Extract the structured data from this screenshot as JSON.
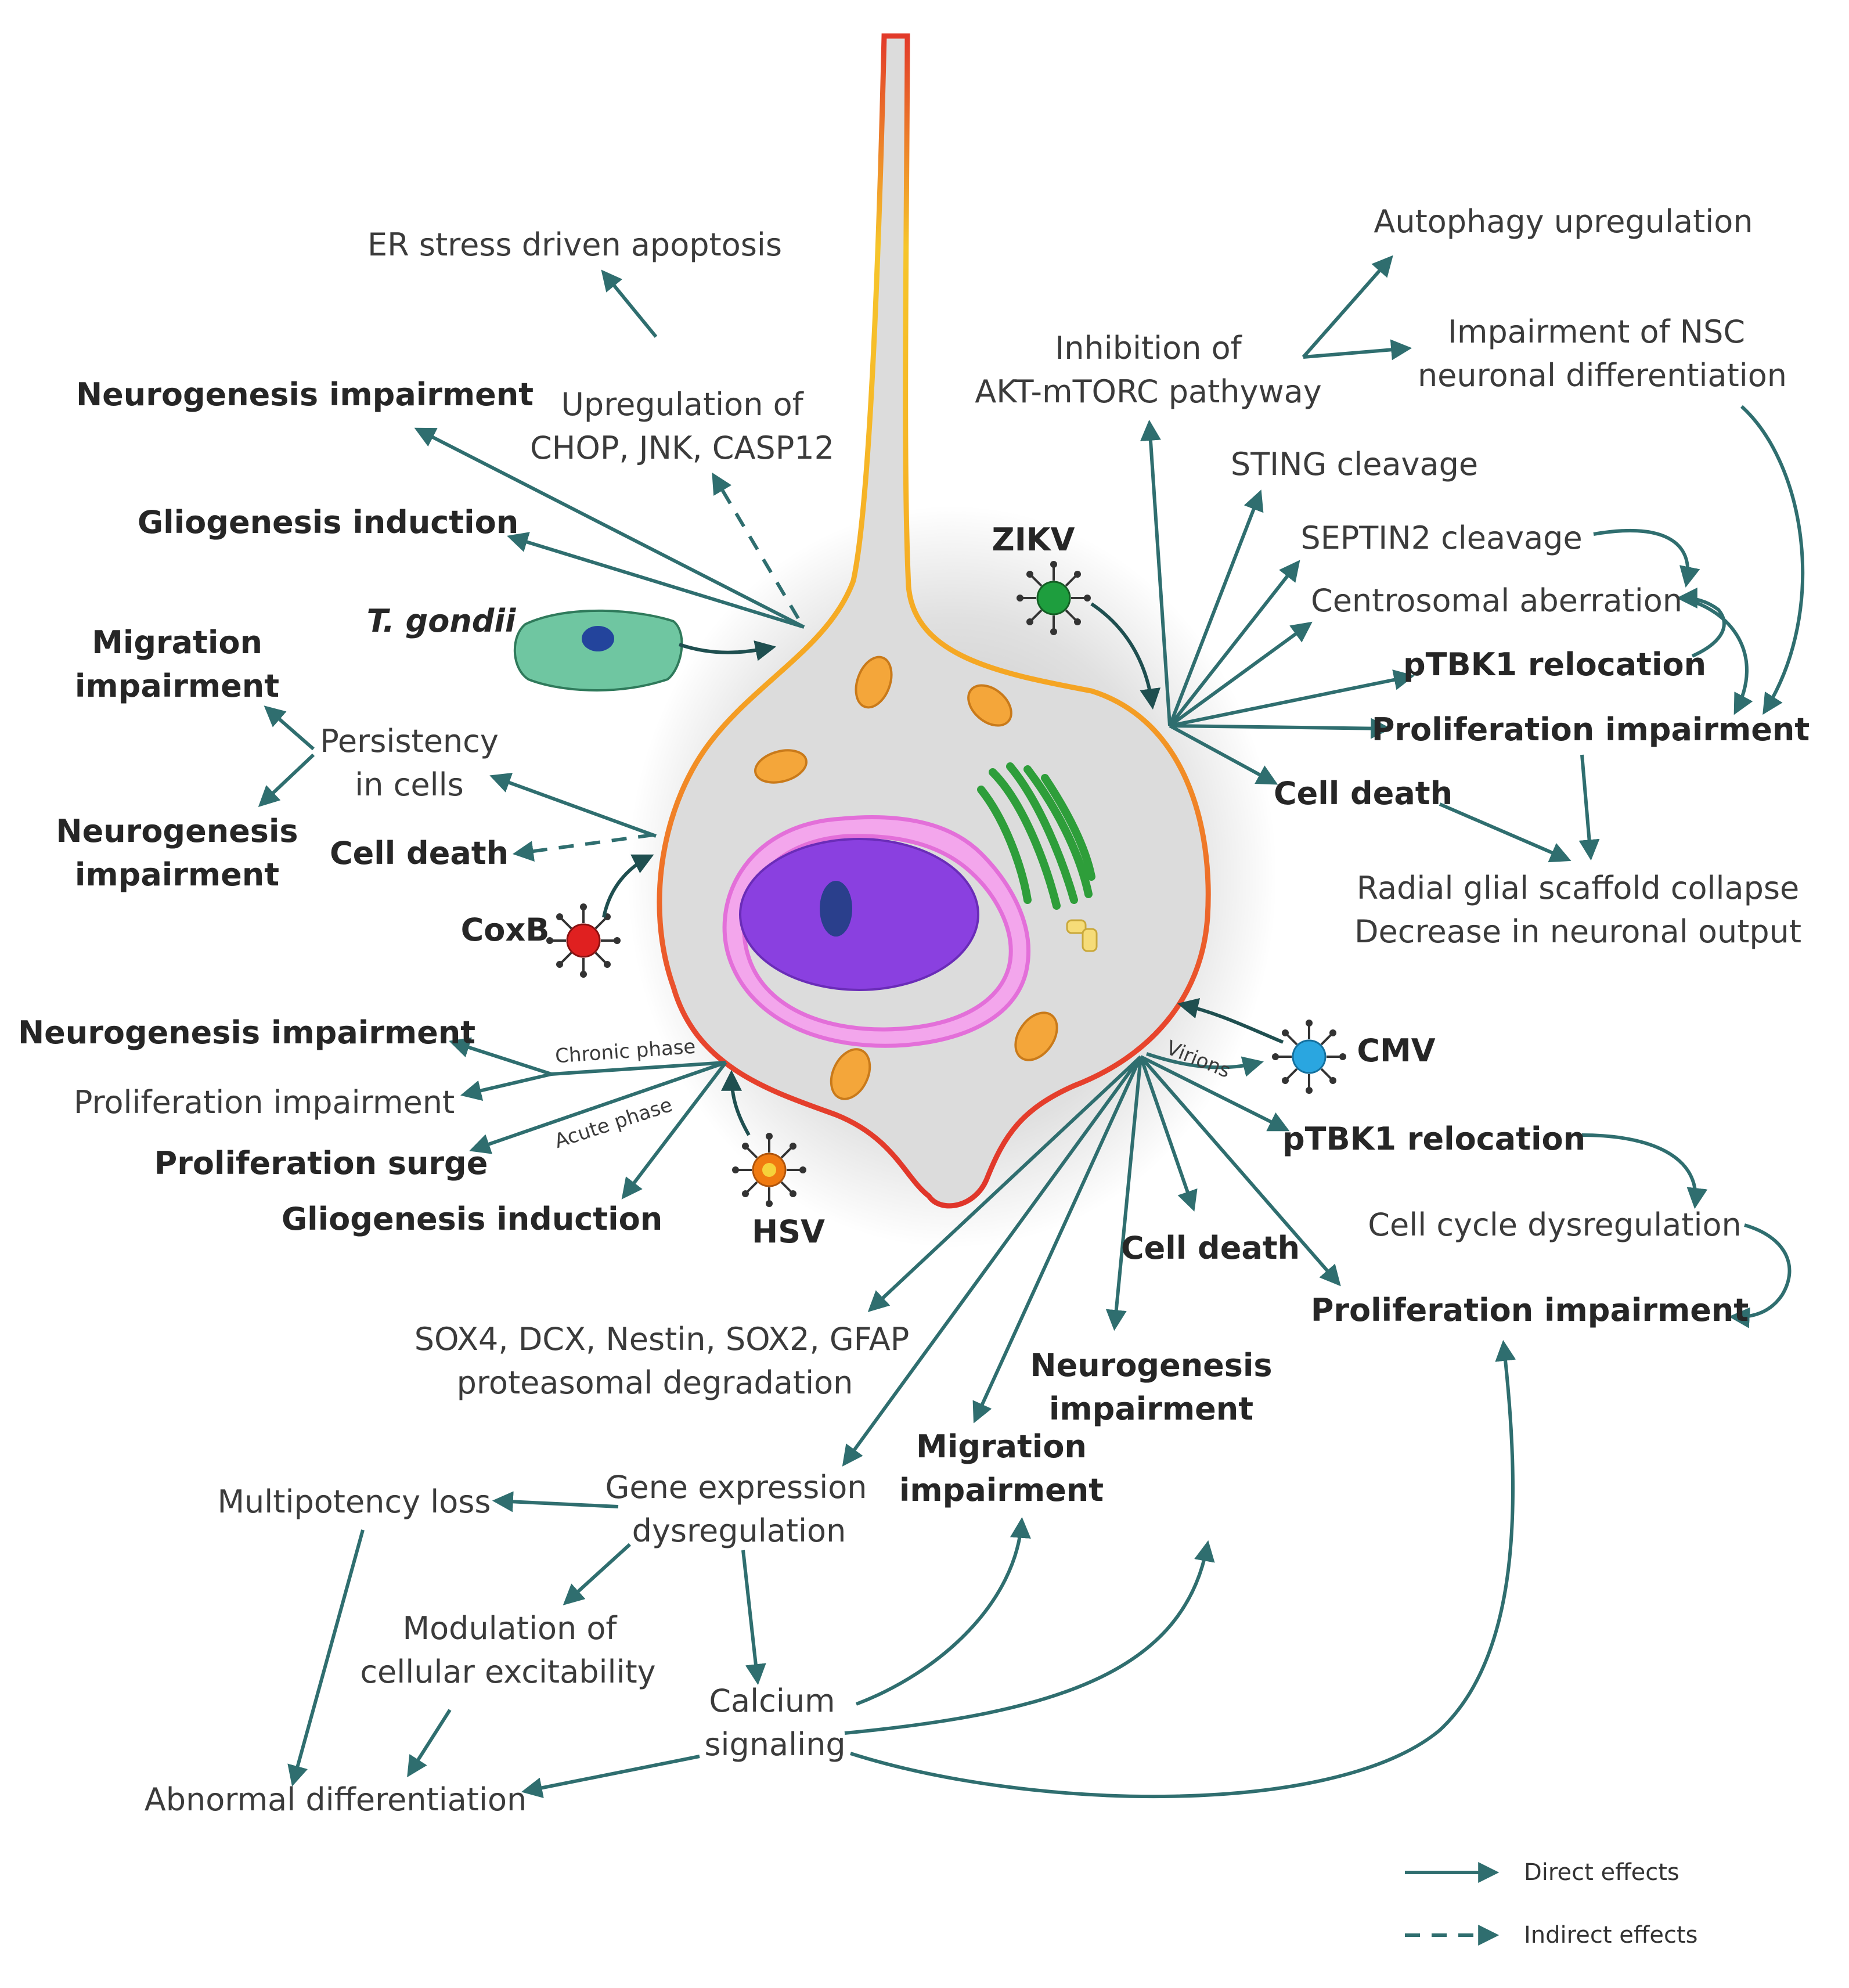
{
  "labels": {
    "er_stress": "ER stress driven apoptosis",
    "upreg1": "Upregulation of",
    "upreg2": "CHOP, JNK, CASP12",
    "neuro_imp_tl": "Neurogenesis impairment",
    "glio_ind_tl": "Gliogenesis induction",
    "tgondii": "T. gondii",
    "mig_imp_l1": "Migration",
    "mig_imp_l2": "impairment",
    "persist1": "Persistency",
    "persist2": "in cells",
    "neuro_imp_l1": "Neurogenesis",
    "neuro_imp_l2": "impairment",
    "cell_death_l": "Cell death",
    "coxb": "CoxB",
    "neuro_imp_hsv": "Neurogenesis impairment",
    "prolif_imp_hsv": "Proliferation impairment",
    "prolif_surge": "Proliferation surge",
    "glio_ind_hsv": "Gliogenesis induction",
    "hsv": "HSV",
    "chronic": "Chronic phase",
    "acute": "Acute phase",
    "autophagy": "Autophagy upregulation",
    "inhib1": "Inhibition of",
    "inhib2": "AKT-mTORC pathyway",
    "nsc1": "Impairment of NSC",
    "nsc2": "neuronal differentiation",
    "sting": "STING cleavage",
    "septin": "SEPTIN2 cleavage",
    "zikv": "ZIKV",
    "centro": "Centrosomal aberration",
    "ptbk1_z": "pTBK1 relocation",
    "prolif_imp_z": "Proliferation impairment",
    "cell_death_z": "Cell death",
    "radial1": "Radial glial scaffold collapse",
    "radial2": "Decrease in neuronal output",
    "cmv": "CMV",
    "virions": "Virions",
    "ptbk1_c": "pTBK1 relocation",
    "cellcycle": "Cell cycle dysregulation",
    "prolif_imp_c": "Proliferation impairment",
    "cell_death_c": "Cell death",
    "sox1": "SOX4, DCX, Nestin, SOX2, GFAP",
    "sox2": "proteasomal degradation",
    "neuro_imp_c1": "Neurogenesis",
    "neuro_imp_c2": "impairment",
    "mig_imp_c1": "Migration",
    "mig_imp_c2": "impairment",
    "multipot": "Multipotency loss",
    "gene1": "Gene expression",
    "gene2": "dysregulation",
    "mod1": "Modulation of",
    "mod2": "cellular excitability",
    "calc1": "Calcium",
    "calc2": "signaling",
    "abnormal": "Abnormal differentiation"
  },
  "legend": {
    "direct": "Direct effects",
    "indirect": "Indirect effects"
  },
  "colors": {
    "arrow": "#2f6e6f",
    "zikv": "#1e9e3e",
    "coxb": "#e02020",
    "hsv": "#f07a10",
    "cmv": "#2aa6e0",
    "parasite": "#6fc6a1",
    "nucleus": "#8a40e0",
    "er": "#f08ae6",
    "golgi": "#2e9e3a",
    "mito": "#f0a030"
  },
  "icons": [
    "cell-body-shape",
    "nucleus",
    "endoplasmic-reticulum",
    "golgi-apparatus",
    "mitochondrion",
    "virus-particle",
    "parasite"
  ]
}
